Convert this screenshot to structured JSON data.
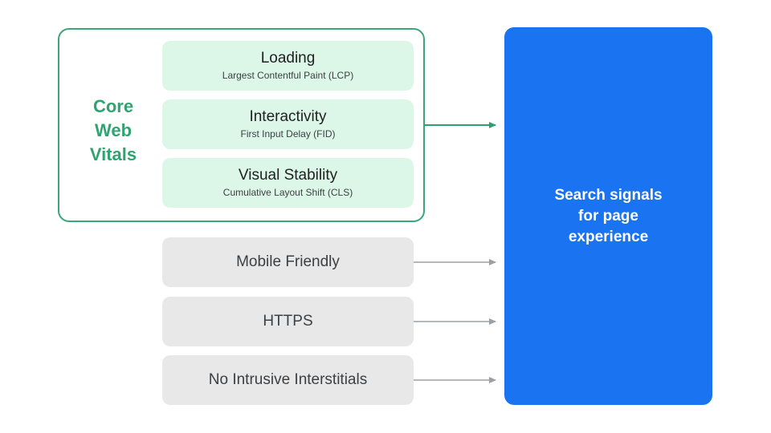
{
  "core_web_vitals": {
    "label": "Core Web Vitals",
    "metrics": [
      {
        "title": "Loading",
        "subtitle": "Largest Contentful Paint (LCP)"
      },
      {
        "title": "Interactivity",
        "subtitle": "First Input Delay (FID)"
      },
      {
        "title": "Visual Stability",
        "subtitle": "Cumulative Layout Shift (CLS)"
      }
    ]
  },
  "other_signals": [
    {
      "label": "Mobile Friendly"
    },
    {
      "label": "HTTPS"
    },
    {
      "label": "No Intrusive Interstitials"
    }
  ],
  "result": {
    "label": "Search signals for page experience"
  },
  "colors": {
    "cwv_border": "#3aa77a",
    "cwv_text": "#2fa370",
    "metric_fill": "#dcf7e8",
    "signal_fill": "#e8e8e8",
    "result_fill": "#1a73f0",
    "green_arrow": "#2f9e6e",
    "gray_arrow": "#9aa0a6"
  }
}
